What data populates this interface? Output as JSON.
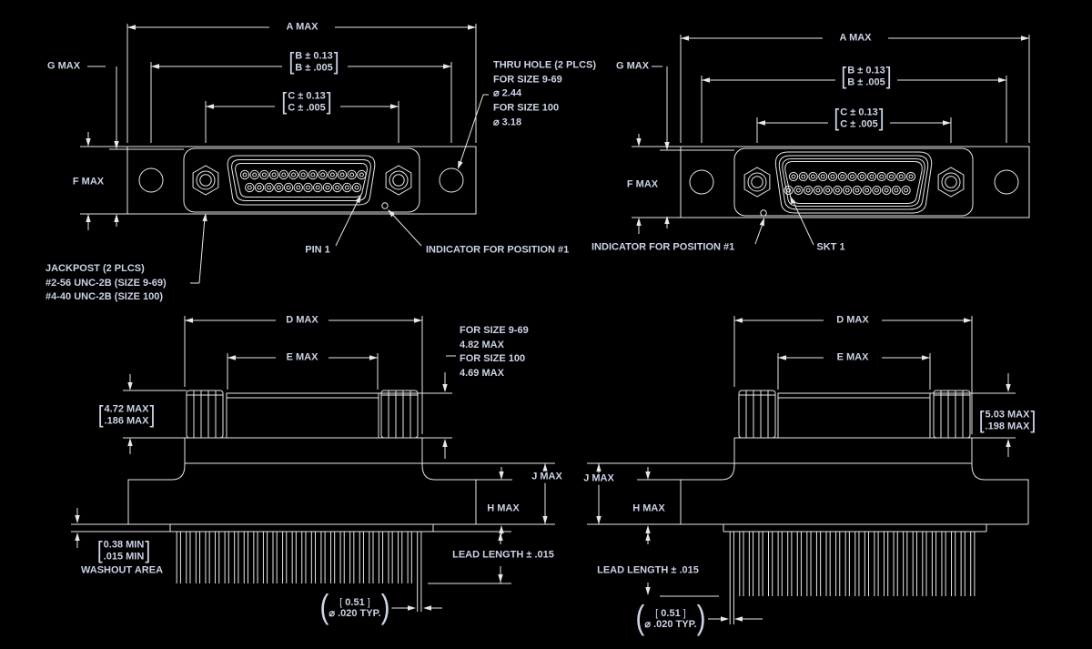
{
  "drawing": {
    "colors": {
      "background": "#000000",
      "line": "#e8e8e8",
      "text": "#ccd3e6"
    },
    "top_left": {
      "a_max": "A MAX",
      "b_mm": "B ± 0.13",
      "b_in": "B ± .005",
      "c_mm": "C ± 0.13",
      "c_in": "C ± .005",
      "g_max": "G MAX",
      "f_max": "F MAX",
      "pin1": "PIN 1",
      "indicator": "INDICATOR FOR POSITION #1",
      "jackpost_1": "JACKPOST (2 PLCS)",
      "jackpost_2": "#2-56 UNC-2B (SIZE 9-69)",
      "jackpost_3": "#4-40 UNC-2B (SIZE 100)",
      "thru_1": "THRU HOLE (2 PLCS)",
      "thru_2": "FOR SIZE 9-69",
      "thru_3": "⌀ 2.44",
      "thru_4": "FOR SIZE 100",
      "thru_5": "⌀ 3.18"
    },
    "top_right": {
      "a_max": "A MAX",
      "b_mm": "B ± 0.13",
      "b_in": "B ± .005",
      "c_mm": "C ± 0.13",
      "c_in": "C ± .005",
      "g_max": "G MAX",
      "f_max": "F MAX",
      "indicator": "INDICATOR FOR POSITION #1",
      "skt1": "SKT 1"
    },
    "bottom_left": {
      "d_max": "D MAX",
      "e_max": "E MAX",
      "height_mm": "4.72 MAX",
      "height_in": ".186 MAX",
      "note_1": "FOR SIZE 9-69",
      "note_2": "4.82 MAX",
      "note_3": "FOR SIZE 100",
      "note_4": "4.69 MAX",
      "j_max": "J MAX",
      "h_max": "H MAX",
      "lead": "LEAD LENGTH ± .015",
      "washout_1": "0.38 MIN",
      "washout_2": ".015 MIN",
      "washout_3": "WASHOUT AREA",
      "typ_mm": "0.51",
      "typ_in": "⌀ .020 TYP."
    },
    "bottom_right": {
      "d_max": "D MAX",
      "e_max": "E MAX",
      "height_mm": "5.03 MAX",
      "height_in": ".198 MAX",
      "j_max": "J MAX",
      "h_max": "H MAX",
      "lead": "LEAD LENGTH ± .015",
      "typ_mm": "0.51",
      "typ_in": "⌀ .020 TYP."
    }
  }
}
